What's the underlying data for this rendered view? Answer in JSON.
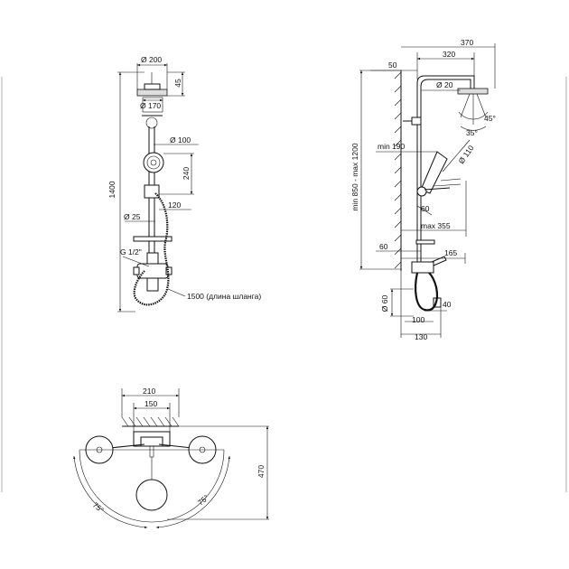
{
  "front_view": {
    "head_diameter": "Ø 200",
    "head_height": "45",
    "arm_diameter": "Ø 170",
    "hand_shower_diameter": "Ø 100",
    "total_height": "1400",
    "holder_spacing": "240",
    "holder_offset": "120",
    "rail_diameter": "Ø 25",
    "inlet_thread": "G 1/2\"",
    "hose_length": "1500 (длина шланга)"
  },
  "side_view": {
    "total_depth": "370",
    "arm_length": "320",
    "wall_offset": "50",
    "pipe_diameter": "Ø 20",
    "head_tilt_angle": "45°",
    "spray_angle": "35°",
    "height_range": "min 850 - max 1200",
    "min_reach": "min 190",
    "hand_shower_diameter": "Ø 110",
    "holder_angle": "60",
    "max_reach": "max 355",
    "shelf_offset": "60",
    "spout_length": "165",
    "mixer_diameter": "Ø 60",
    "mixer_depth": "40",
    "body_depth": "100",
    "total_mixer_depth": "130"
  },
  "top_view": {
    "outer_width": "210",
    "inner_width": "150",
    "swing_depth": "470",
    "left_angle": "75°",
    "right_angle": "75°"
  }
}
